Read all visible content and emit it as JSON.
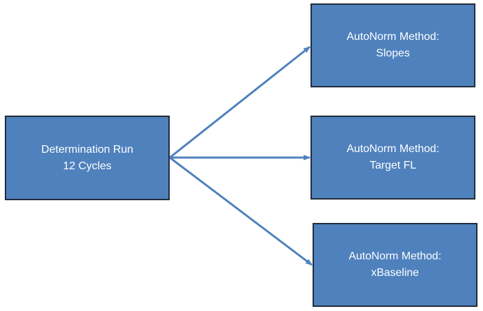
{
  "colors": {
    "box_fill": "#4f81bd",
    "box_border": "#1f2c3a",
    "arrow": "#4f81bd",
    "text": "#ffffff"
  },
  "source": {
    "line1": "Determination Run",
    "line2": "12 Cycles"
  },
  "targets": [
    {
      "line1": "AutoNorm Method:",
      "line2": "Slopes"
    },
    {
      "line1": "AutoNorm Method:",
      "line2": "Target FL"
    },
    {
      "line1": "AutoNorm Method:",
      "line2": "xBaseline"
    }
  ]
}
